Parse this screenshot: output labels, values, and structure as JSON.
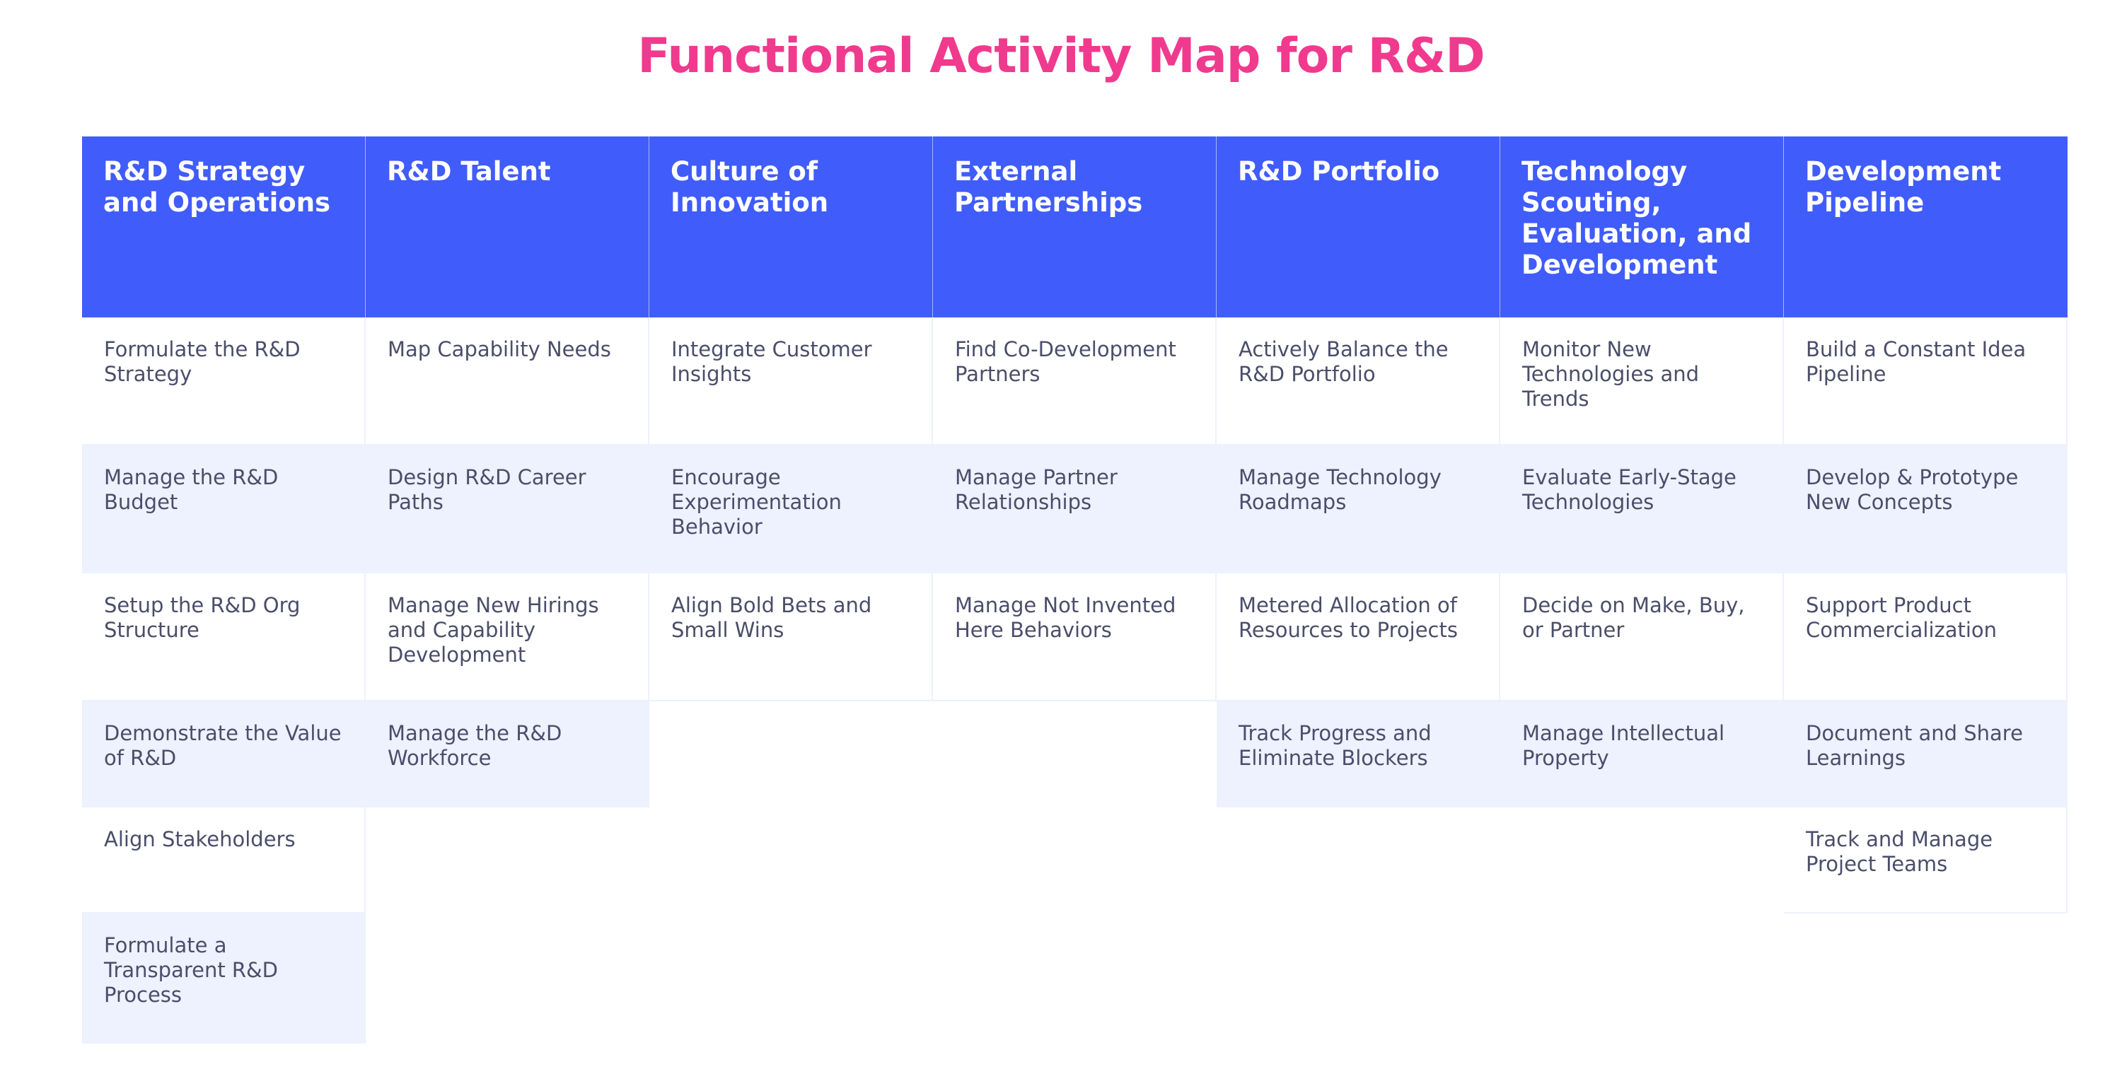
{
  "title": "Functional Activity Map for R&D",
  "columns": [
    {
      "header": "R&D Strategy and Operations",
      "items": [
        "Formulate the R&D Strategy",
        "Manage the R&D Budget",
        "Setup the R&D Org Structure",
        "Demonstrate the Value of R&D",
        "Align Stakeholders",
        "Formulate a Transparent R&D Process"
      ]
    },
    {
      "header": "R&D Talent",
      "items": [
        "Map Capability Needs",
        "Design R&D Career Paths",
        "Manage New Hirings and Capability Development",
        "Manage the R&D Workforce"
      ]
    },
    {
      "header": "Culture of Innovation",
      "items": [
        "Integrate Customer Insights",
        "Encourage Experimentation Behavior",
        "Align Bold Bets and Small Wins"
      ]
    },
    {
      "header": "External Partnerships",
      "items": [
        "Find Co-Development Partners",
        "Manage Partner Relationships",
        "Manage Not Invented Here Behaviors"
      ]
    },
    {
      "header": "R&D Portfolio",
      "items": [
        "Actively Balance the R&D Portfolio",
        "Manage Technology Roadmaps",
        "Metered Allocation of Resources to Projects",
        "Track Progress and Eliminate Blockers"
      ]
    },
    {
      "header": "Technology Scouting, Evaluation, and Development",
      "items": [
        "Monitor New Technologies and Trends",
        "Evaluate Early-Stage Technologies",
        "Decide on Make, Buy, or Partner",
        "Manage Intellectual Property"
      ]
    },
    {
      "header": "Development Pipeline",
      "items": [
        "Build a Constant Idea Pipeline",
        "Develop & Prototype New Concepts",
        "Support Product Commercialization",
        "Document and Share Learnings",
        "Track and Manage Project Teams"
      ]
    }
  ]
}
